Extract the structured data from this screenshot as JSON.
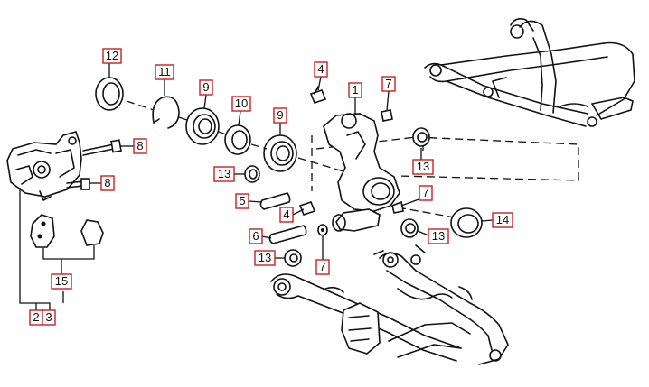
{
  "diagram": {
    "callouts": [
      {
        "id": "c1",
        "label": "1"
      },
      {
        "id": "c2",
        "label": "2"
      },
      {
        "id": "c3",
        "label": "3"
      },
      {
        "id": "c4a",
        "label": "4"
      },
      {
        "id": "c4b",
        "label": "4"
      },
      {
        "id": "c5",
        "label": "5"
      },
      {
        "id": "c6",
        "label": "6"
      },
      {
        "id": "c7a",
        "label": "7"
      },
      {
        "id": "c7b",
        "label": "7"
      },
      {
        "id": "c7c",
        "label": "7"
      },
      {
        "id": "c8a",
        "label": "8"
      },
      {
        "id": "c8b",
        "label": "8"
      },
      {
        "id": "c9a",
        "label": "9"
      },
      {
        "id": "c9b",
        "label": "9"
      },
      {
        "id": "c10",
        "label": "10"
      },
      {
        "id": "c11",
        "label": "11"
      },
      {
        "id": "c12",
        "label": "12"
      },
      {
        "id": "c13a",
        "label": "13"
      },
      {
        "id": "c13b",
        "label": "13"
      },
      {
        "id": "c13c",
        "label": "13"
      },
      {
        "id": "c13d",
        "label": "13"
      },
      {
        "id": "c14",
        "label": "14"
      },
      {
        "id": "c15",
        "label": "15"
      }
    ],
    "colors": {
      "callout_border": "#cc1f1f",
      "line": "#111111",
      "background": "#ffffff"
    }
  }
}
